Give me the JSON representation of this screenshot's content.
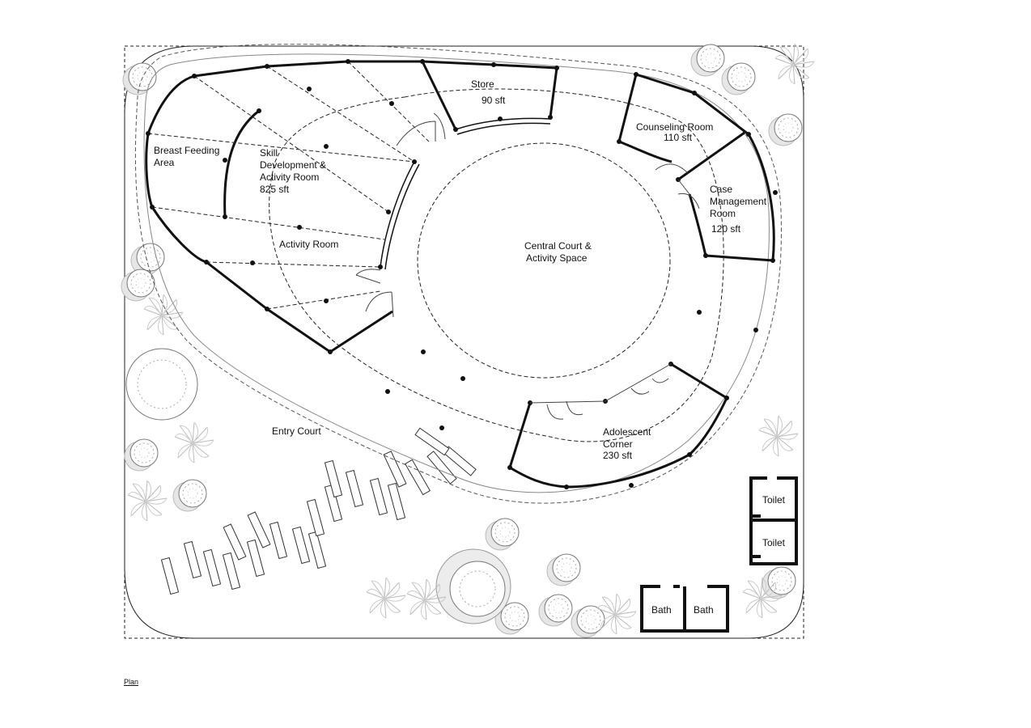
{
  "rooms": {
    "breast_feeding": [
      "Breast Feeding",
      "Area"
    ],
    "skill_development": [
      "Skill",
      "Development &",
      "Activity Room",
      "825 sft"
    ],
    "activity_room": "Activity Room",
    "store": "Store",
    "store_area": "90 sft",
    "counseling": "Counseling Room",
    "counseling_area": "110 sft",
    "case_management": [
      "Case",
      "Management",
      "Room"
    ],
    "case_management_area": "120 sft",
    "central_court": [
      "Central Court &",
      "Activity Space"
    ],
    "adolescent": [
      "Adolescent",
      "Corner",
      "230 sft"
    ],
    "entry_court": "Entry Court",
    "toilet_1": "Toilet",
    "toilet_2": "Toilet",
    "bath_1": "Bath",
    "bath_2": "Bath"
  },
  "caption": "Plan"
}
